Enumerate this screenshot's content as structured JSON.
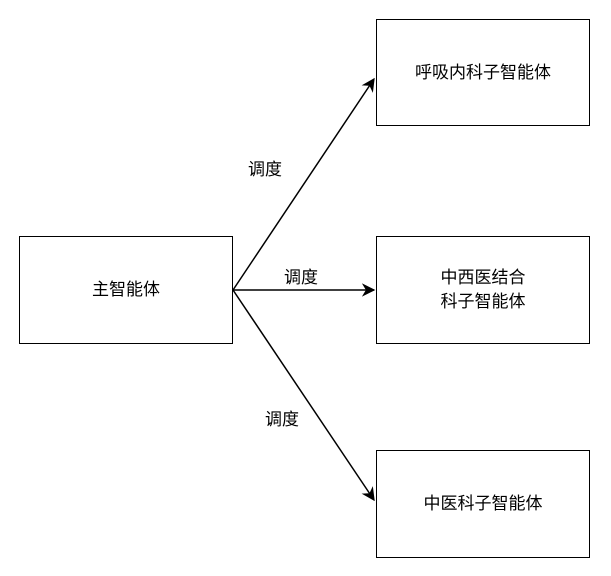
{
  "nodes": {
    "main": {
      "label": "主智能体"
    },
    "respiratory": {
      "label": "呼吸内科子智能体"
    },
    "integrated": {
      "line1": "中西医结合",
      "line2": "科子智能体"
    },
    "tcm": {
      "label": "中医科子智能体"
    }
  },
  "edges": [
    {
      "from": "main",
      "to": "respiratory",
      "label": "调度"
    },
    {
      "from": "main",
      "to": "integrated",
      "label": "调度"
    },
    {
      "from": "main",
      "to": "tcm",
      "label": "调度"
    }
  ],
  "colors": {
    "stroke": "#000000",
    "fill": "#ffffff",
    "text": "#000000"
  }
}
